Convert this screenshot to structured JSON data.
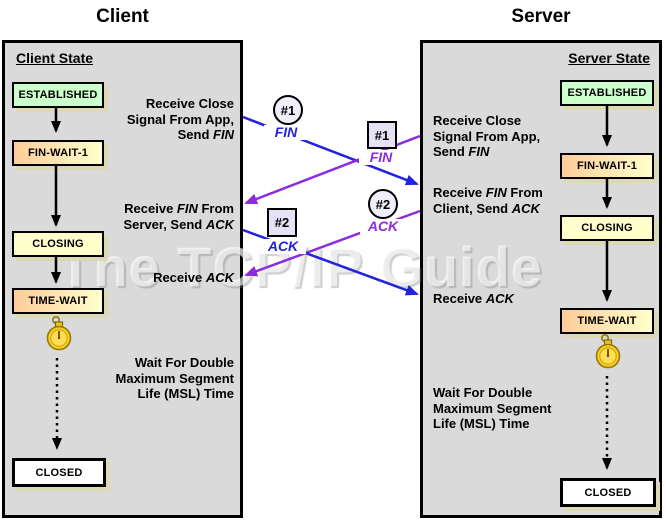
{
  "watermark": "The TCP/IP Guide",
  "colors": {
    "client_message_blue": "#2222e0",
    "server_message_purple": "#8c2be0",
    "panel_background": "#dadada",
    "state_established_bg": "#ccffcc",
    "state_gradient_left": "#ffcc99",
    "state_gradient_right": "#ffffcc",
    "state_closing_bg": "#ffffcc",
    "state_closed_bg": "#ffffff",
    "box_shadow": "#ddd9b5"
  },
  "client": {
    "title": "Client",
    "state_header": "Client State",
    "states": [
      "ESTABLISHED",
      "FIN-WAIT-1",
      "CLOSING",
      "TIME-WAIT",
      "CLOSED"
    ],
    "annotations": [
      {
        "lines": [
          "Receive Close",
          "Signal From App,",
          "Send *FIN*"
        ]
      },
      {
        "lines": [
          "Receive *FIN* From",
          "Server, Send *ACK*"
        ]
      },
      {
        "lines": [
          "Receive *ACK*"
        ]
      },
      {
        "lines": [
          "Wait For Double",
          "Maximum Segment",
          "Life (MSL) Time"
        ]
      }
    ]
  },
  "server": {
    "title": "Server",
    "state_header": "Server State",
    "states": [
      "ESTABLISHED",
      "FIN-WAIT-1",
      "CLOSING",
      "TIME-WAIT",
      "CLOSED"
    ],
    "annotations": [
      {
        "lines": [
          "Receive Close",
          "Signal From App,",
          "Send *FIN*"
        ]
      },
      {
        "lines": [
          "Receive *FIN* From",
          "Client, Send *ACK*"
        ]
      },
      {
        "lines": [
          "Receive *ACK*"
        ]
      },
      {
        "lines": [
          "Wait For Double",
          "Maximum Segment",
          "Life (MSL) Time"
        ]
      }
    ]
  },
  "messages": [
    {
      "badge": "#1",
      "shape": "circle",
      "label": "FIN",
      "from": "client"
    },
    {
      "badge": "#1",
      "shape": "square",
      "label": "FIN",
      "from": "server"
    },
    {
      "badge": "#2",
      "shape": "circle",
      "label": "ACK",
      "from": "server"
    },
    {
      "badge": "#2",
      "shape": "square",
      "label": "ACK",
      "from": "client"
    }
  ]
}
